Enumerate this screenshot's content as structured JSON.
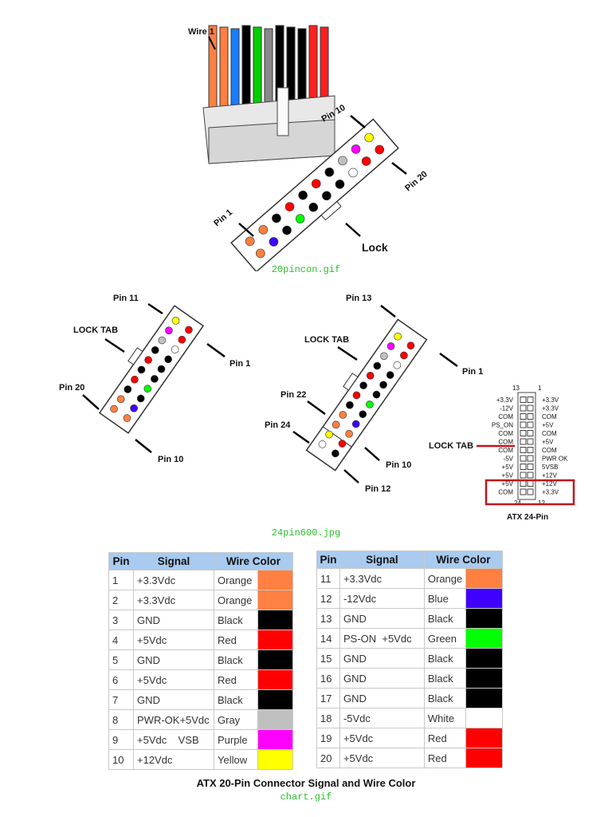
{
  "figure1": {
    "labels": {
      "wire1": "Wire 1",
      "pin10": "Pin 10",
      "pin20": "Pin 20",
      "pin1": "Pin 1",
      "lock": "Lock"
    },
    "caption": "20pincon.gif"
  },
  "figure2": {
    "left": {
      "pin11": "Pin 11",
      "lock_tab": "LOCK TAB",
      "pin1": "Pin 1",
      "pin20": "Pin 20",
      "pin10": "Pin 10"
    },
    "right": {
      "pin13": "Pin 13",
      "lock_tab": "LOCK TAB",
      "pin1": "Pin 1",
      "pin22": "Pin 22",
      "pin24": "Pin 24",
      "pin10": "Pin 10",
      "pin12": "Pin 12"
    },
    "atx": {
      "top_left": "13",
      "top_right": "1",
      "bottom_left": "24",
      "bottom_right": "12",
      "lock_tab": "LOCK TAB",
      "title": "ATX 24-Pin",
      "left": [
        "+3.3V",
        "-12V",
        "COM",
        "PS_ON",
        "COM",
        "COM",
        "COM",
        "-5V",
        "+5V",
        "+5V",
        "+5V",
        "COM"
      ],
      "right": [
        "+3.3V",
        "+3.3V",
        "COM",
        "+5V",
        "COM",
        "+5V",
        "COM",
        "PWR OK",
        "5VSB",
        "+12V",
        "+12V",
        "+3.3V"
      ]
    },
    "caption": "24pin600.jpg"
  },
  "table": {
    "headers": [
      "Pin",
      "Signal",
      "Wire Color"
    ],
    "left": [
      [
        "1",
        "+3.3Vdc",
        "Orange",
        "#ff8040"
      ],
      [
        "2",
        "+3.3Vdc",
        "Orange",
        "#ff8040"
      ],
      [
        "3",
        "GND",
        "Black",
        "#000000"
      ],
      [
        "4",
        "+5Vdc",
        "Red",
        "#ff0000"
      ],
      [
        "5",
        "GND",
        "Black",
        "#000000"
      ],
      [
        "6",
        "+5Vdc",
        "Red",
        "#ff0000"
      ],
      [
        "7",
        "GND",
        "Black",
        "#000000"
      ],
      [
        "8",
        "PWR-OK+5Vdc",
        "Gray",
        "#c0c0c0"
      ],
      [
        "9",
        "+5Vdc    VSB",
        "Purple",
        "#ff00ff"
      ],
      [
        "10",
        "+12Vdc",
        "Yellow",
        "#ffff00"
      ]
    ],
    "right": [
      [
        "11",
        "+3.3Vdc",
        "Orange",
        "#ff8040"
      ],
      [
        "12",
        "-12Vdc",
        "Blue",
        "#4000ff"
      ],
      [
        "13",
        "GND",
        "Black",
        "#000000"
      ],
      [
        "14",
        "PS-ON  +5Vdc",
        "Green",
        "#00ff00"
      ],
      [
        "15",
        "GND",
        "Black",
        "#000000"
      ],
      [
        "16",
        "GND",
        "Black",
        "#000000"
      ],
      [
        "17",
        "GND",
        "Black",
        "#000000"
      ],
      [
        "18",
        "-5Vdc",
        "White",
        "#ffffff"
      ],
      [
        "19",
        "+5Vdc",
        "Red",
        "#ff0000"
      ],
      [
        "20",
        "+5Vdc",
        "Red",
        "#ff0000"
      ]
    ],
    "title": "ATX 20-Pin Connector Signal and Wire Color",
    "caption": "chart.gif"
  }
}
